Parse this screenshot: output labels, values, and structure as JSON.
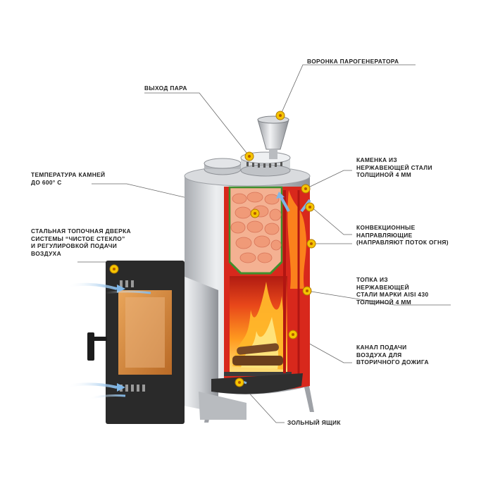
{
  "labels": {
    "funnel": [
      "ВОРОНКА ПАРОГЕНЕРАТОРА"
    ],
    "steam_outlet": [
      "ВЫХОД ПАРА"
    ],
    "stones_temp": [
      "ТЕМПЕРАТУРА КАМНЕЙ",
      "ДО 600° С"
    ],
    "door": [
      "СТАЛЬНАЯ ТОПОЧНАЯ ДВЕРКА",
      "СИСТЕМЫ “ЧИСТОЕ СТЕКЛО”",
      "И РЕГУЛИРОВКОЙ ПОДАЧИ",
      "ВОЗДУХА"
    ],
    "stone_box": [
      "КАМЕНКА ИЗ",
      "НЕРЖАВЕЮЩЕЙ СТАЛИ",
      "ТОЛЩИНОЙ 4 ММ"
    ],
    "convection": [
      "КОНВЕКЦИОННЫЕ",
      "НАПРАВЛЯЮЩИЕ",
      "(НАПРАВЛЯЮТ ПОТОК ОГНЯ)"
    ],
    "firebox": [
      "ТОПКА ИЗ",
      "НЕРЖАВЕЮЩЕЙ",
      "СТАЛИ МАРКИ AISI 430",
      "ТОЛЩИНОЙ 4 ММ"
    ],
    "air_channel": [
      "КАНАЛ ПОДАЧИ",
      "ВОЗДУХА ДЛЯ",
      "ВТОРИЧНОГО ДОЖИГА"
    ],
    "ash_box": [
      "ЗОЛЬНЫЙ ЯЩИК"
    ]
  },
  "colors": {
    "steel": "#c9ccd0",
    "firebox_red": "#d8281c",
    "stones": "#f2a17f",
    "stone_grid": "#3f8f2c",
    "door_black": "#2a2a2a",
    "glass": "#d58a3c",
    "marker": "#f5c400",
    "air_arrow": "#7fb6e6",
    "leader_line": "#666666"
  }
}
